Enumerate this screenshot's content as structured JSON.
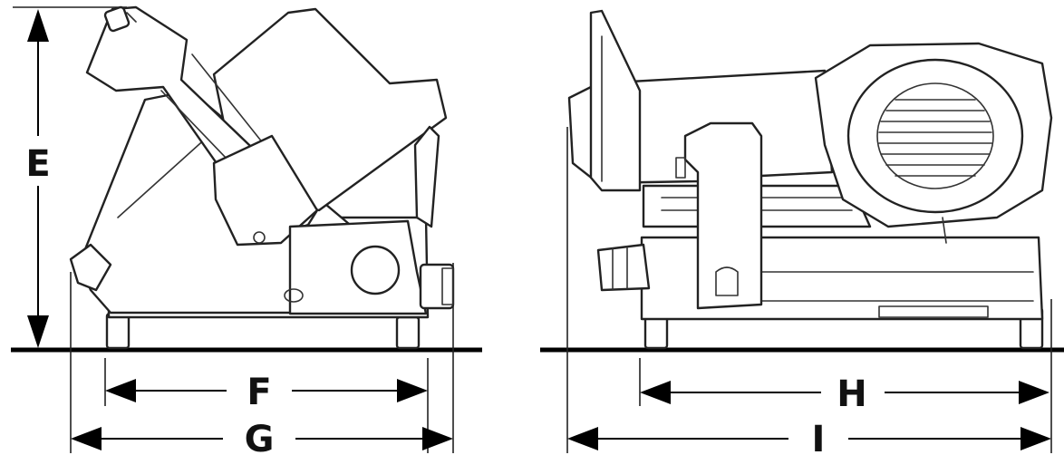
{
  "dimensions": {
    "E": "E",
    "F": "F",
    "G": "G",
    "H": "H",
    "I": "I"
  }
}
